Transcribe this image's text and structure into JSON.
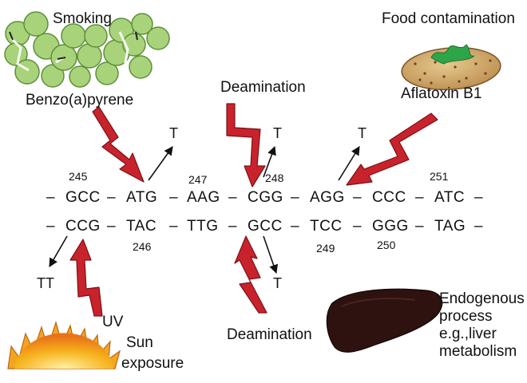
{
  "labels": {
    "smoking": "Smoking",
    "benzo": "Benzo(a)pyrene",
    "deamination_top": "Deamination",
    "food": "Food contamination",
    "aflatoxin": "Aflatoxin B1",
    "uv": "UV",
    "sun": "Sun",
    "exposure": "exposure",
    "deamination_bottom": "Deamination",
    "endogenous": [
      "Endogenous",
      "process",
      "e.g.,liver",
      "metabolism"
    ]
  },
  "top_strand": [
    "GCC",
    "ATG",
    "AAG",
    "CGG",
    "AGG",
    "CCC",
    "ATC"
  ],
  "bottom_strand": [
    "CCG",
    "TAC",
    "TTG",
    "GCC",
    "TCC",
    "GGG",
    "TAG"
  ],
  "dash": "–",
  "codon_numbers_top": [
    "245",
    "247",
    "248",
    "251"
  ],
  "codon_numbers_bottom": [
    "246",
    "249",
    "250"
  ],
  "mutations": {
    "atg_t": "T",
    "cgg_t": "T",
    "agg_t": "T",
    "ccg_tt": "TT",
    "gcc_t": "T"
  },
  "colors": {
    "arrow_red": "#c8232c",
    "leaf_green": "#8cc63f",
    "liver": "#2d1210",
    "sun_yellow": "#f6b21b"
  },
  "icons": [
    "smoke-cloud-icon",
    "potato-icon",
    "sun-icon",
    "liver-icon"
  ]
}
